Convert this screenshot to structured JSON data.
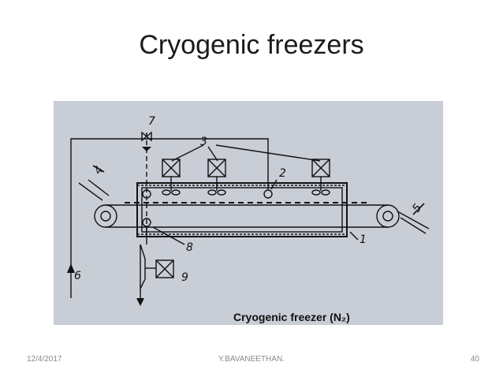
{
  "slide": {
    "title": "Cryogenic freezers",
    "caption": "Cryogenic freezer (N₂)",
    "footer": {
      "date": "12/4/2017",
      "author": "Y.BAVANEETHAN.",
      "page": "40"
    }
  },
  "diagram": {
    "labels": {
      "l1": "1",
      "l2": "2",
      "l3": "3",
      "l4": "4",
      "l5": "5",
      "l6": "6",
      "l7": "7",
      "l8": "8",
      "l9": "9"
    }
  },
  "colors": {
    "panel": "#c9cdd6",
    "ink": "#111111"
  }
}
